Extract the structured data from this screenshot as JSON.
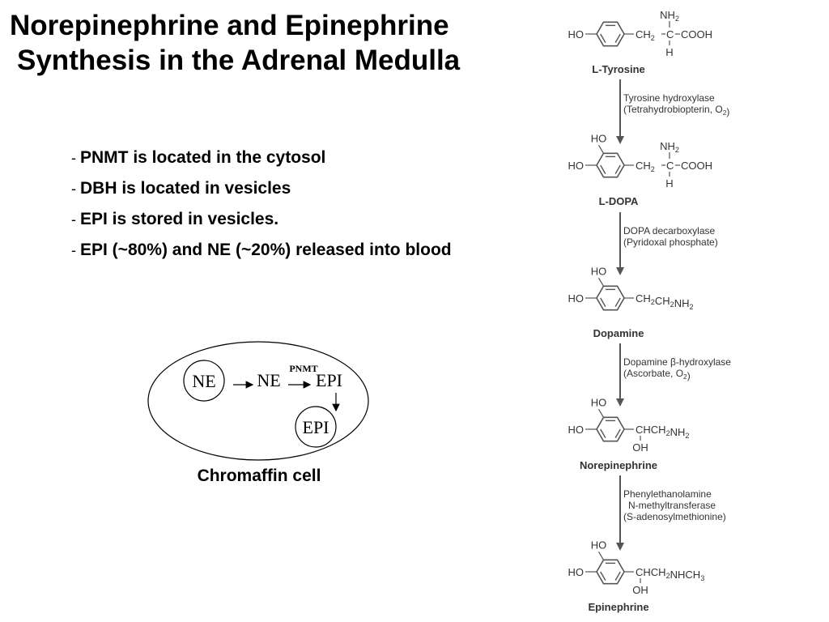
{
  "title": {
    "line1": "Norepinephrine and Epinephrine",
    "line2": "Synthesis in the Adrenal Medulla"
  },
  "bullets": [
    "PNMT is located in the cytosol",
    "DBH is located in vesicles",
    "EPI is stored in vesicles.",
    "EPI (~80%) and NE (~20%) released into blood"
  ],
  "cell_diagram": {
    "ne_in_vesicle": "NE",
    "ne_cytosol": "NE",
    "enzyme": "PNMT",
    "epi_cytosol": "EPI",
    "epi_in_vesicle": "EPI",
    "caption": "Chromaffin cell"
  },
  "pathway": {
    "compounds": [
      {
        "name": "L-Tyrosine",
        "ring_substituents": [
          "HO"
        ],
        "chain_top": "NH2",
        "chain": "CH2 C COOH",
        "chain_bottom": "H"
      },
      {
        "name": "L-DOPA",
        "ring_substituents": [
          "HO",
          "HO"
        ],
        "chain_top": "NH2",
        "chain": "CH2 C COOH",
        "chain_bottom": "H"
      },
      {
        "name": "Dopamine",
        "ring_substituents": [
          "HO",
          "HO"
        ],
        "chain_top": "",
        "chain": "CH2CH2NH2",
        "chain_bottom": ""
      },
      {
        "name": "Norepinephrine",
        "ring_substituents": [
          "HO",
          "HO"
        ],
        "chain_top": "",
        "chain": "CHCH2NH2",
        "chain_bottom": "OH"
      },
      {
        "name": "Epinephrine",
        "ring_substituents": [
          "HO",
          "HO"
        ],
        "chain_top": "",
        "chain": "CHCH2NHCH3",
        "chain_bottom": "OH"
      }
    ],
    "steps": [
      {
        "enzyme": "Tyrosine hydroxylase",
        "cofactor": "(Tetrahydrobiopterin, O2)"
      },
      {
        "enzyme": "DOPA decarboxylase",
        "cofactor": "(Pyridoxal phosphate)"
      },
      {
        "enzyme": "Dopamine β-hydroxylase",
        "cofactor": "(Ascorbate, O2)"
      },
      {
        "enzyme": "Phenylethanolamine N-methyltransferase",
        "cofactor": "(S-adenosylmethionine)"
      }
    ]
  }
}
